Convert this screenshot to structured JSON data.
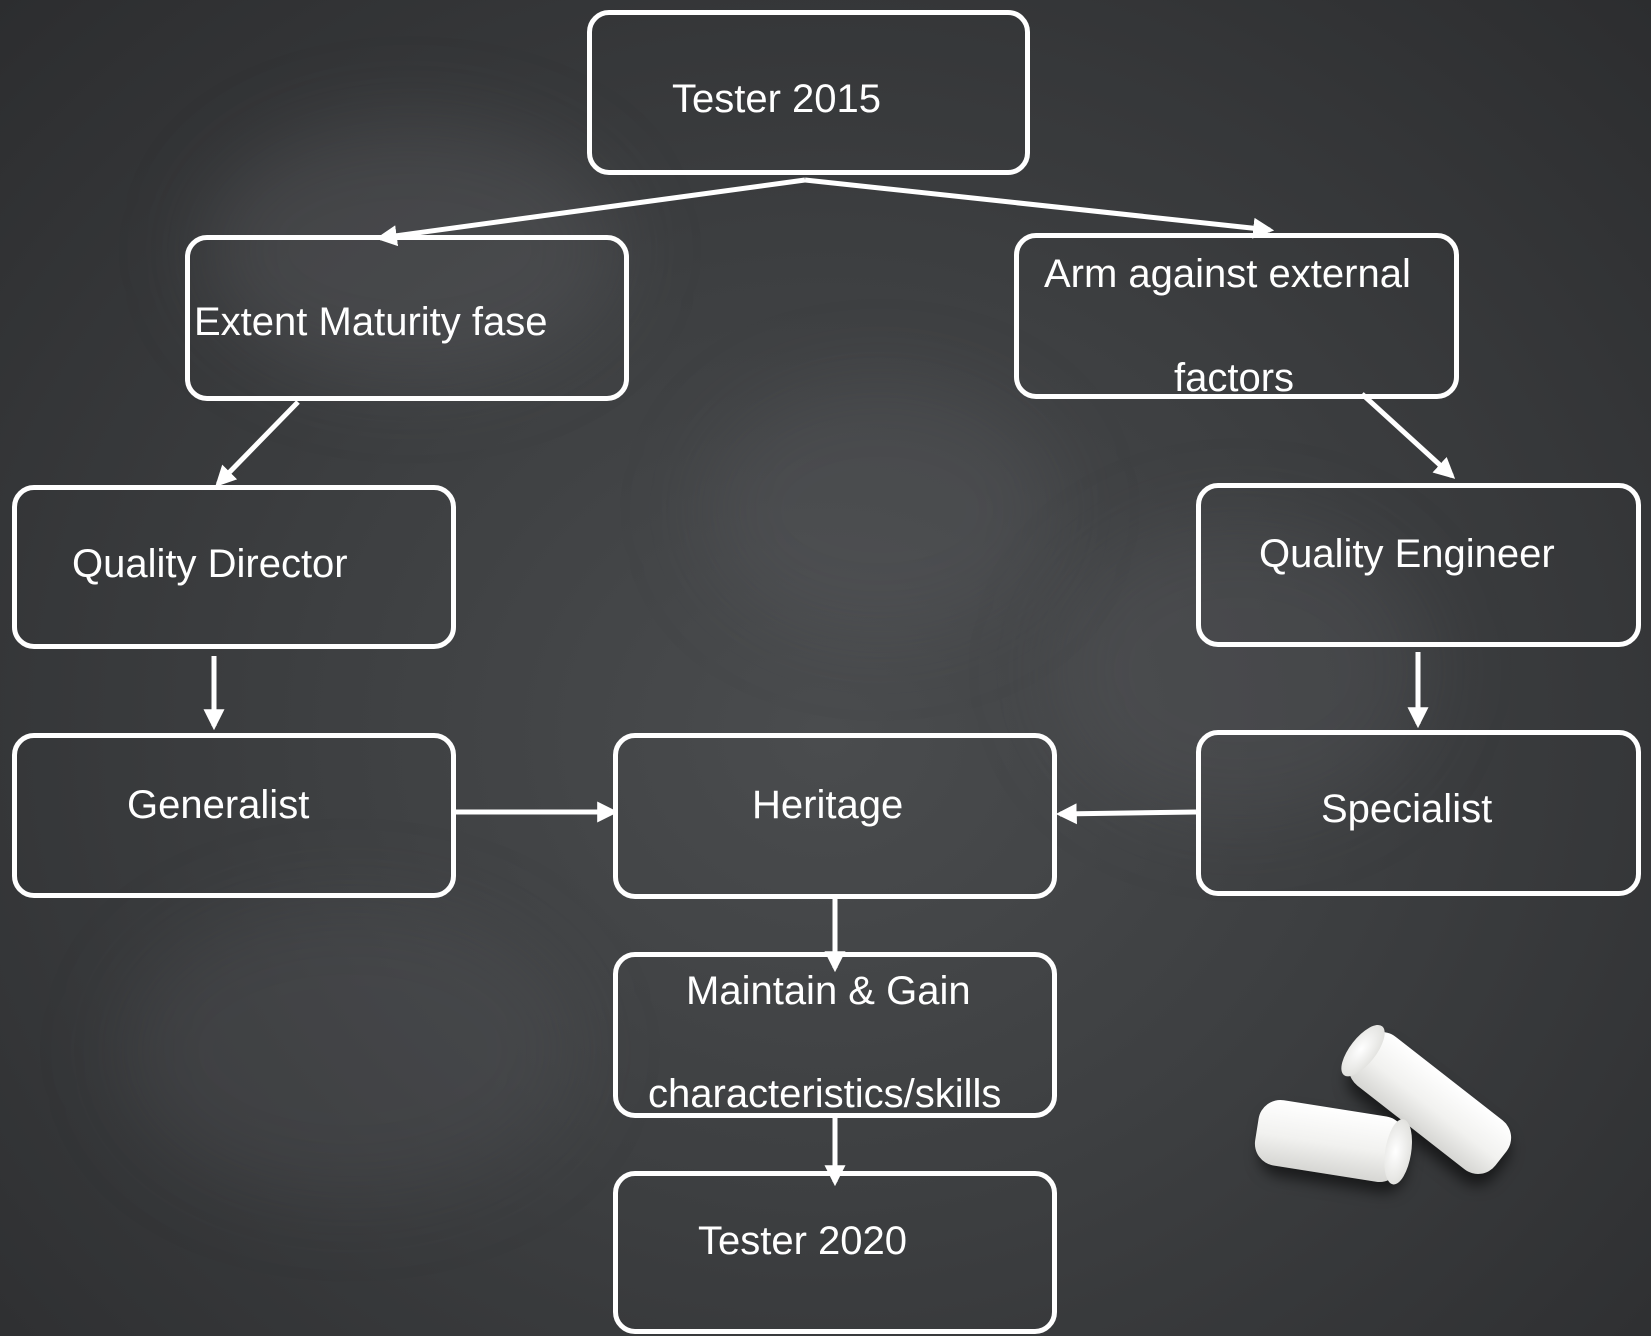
{
  "nodes": {
    "tester_2015": {
      "label": "Tester 2015"
    },
    "extent_maturity": {
      "label": "Extent Maturity fase"
    },
    "arm_external": {
      "line1": "Arm against external",
      "line2": "factors"
    },
    "quality_director": {
      "label": "Quality Director"
    },
    "quality_engineer": {
      "label": "Quality Engineer"
    },
    "generalist": {
      "label": "Generalist"
    },
    "heritage": {
      "label": "Heritage"
    },
    "specialist": {
      "label": "Specialist"
    },
    "maintain_gain": {
      "line1": "Maintain & Gain",
      "line2": "characteristics/skills"
    },
    "tester_2020": {
      "label": "Tester 2020"
    }
  },
  "colors": {
    "chalk_line": "#ffffff",
    "board": "#3d3f41"
  },
  "decorations": [
    "chalk-pieces"
  ]
}
